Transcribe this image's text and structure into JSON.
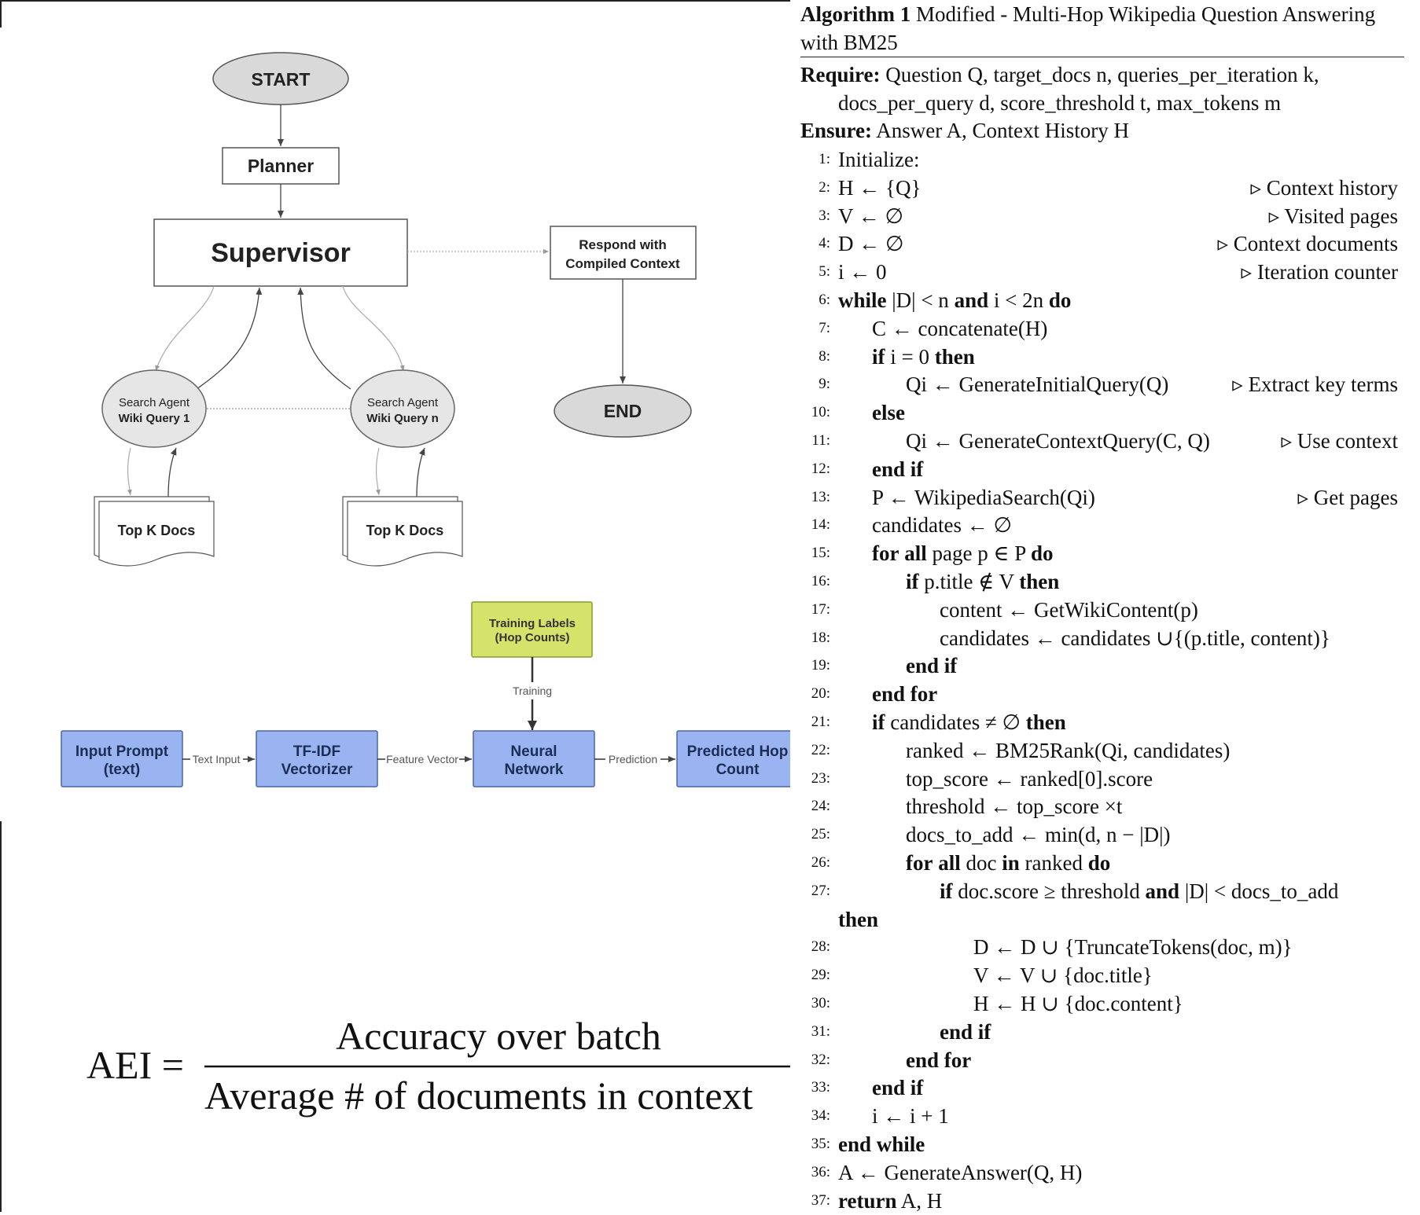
{
  "flow": {
    "start": "START",
    "planner": "Planner",
    "supervisor": "Supervisor",
    "respond_line1": "Respond with",
    "respond_line2": "Compiled Context",
    "end": "END",
    "agent1_line1": "Search Agent",
    "agent1_line2": "Wiki Query 1",
    "agentn_line1": "Search Agent",
    "agentn_line2": "Wiki Query n",
    "docs1": "Top K Docs",
    "docs2": "Top K Docs"
  },
  "pipeline": {
    "labels_line1": "Training Labels",
    "labels_line2": "(Hop Counts)",
    "training_edge": "Training",
    "input_line1": "Input Prompt",
    "input_line2": "(text)",
    "tfidf_line1": "TF-IDF",
    "tfidf_line2": "Vectorizer",
    "nn_line1": "Neural",
    "nn_line2": "Network",
    "pred_line1": "Predicted Hop",
    "pred_line2": "Count",
    "edge_text_input": "Text Input",
    "edge_feature_vector": "Feature Vector",
    "edge_prediction": "Prediction",
    "colors": {
      "blue": "#99b4f0",
      "green": "#d6e36a",
      "gray": "#d9d9d9"
    }
  },
  "formula": {
    "lhs": "AEI =",
    "numerator": "Accuracy over batch",
    "denominator": "Average # of documents in context"
  },
  "algorithm": {
    "title_bold": "Algorithm 1",
    "title_rest": " Modified - Multi-Hop Wikipedia Question Answering",
    "title_line2": "with BM25",
    "require_label": "Require:",
    "require_text1": " Question Q, target_docs n, queries_per_iteration k,",
    "require_text2": "docs_per_query d, score_threshold t, max_tokens m",
    "ensure_label": "Ensure:",
    "ensure_text": " Answer A, Context History H",
    "comment_marker": "▹",
    "lines": [
      {
        "n": "1:",
        "code": "Initialize:",
        "comment": ""
      },
      {
        "n": "2:",
        "code": "H ← {Q}",
        "comment": "Context history"
      },
      {
        "n": "3:",
        "code": "V ← ∅",
        "comment": "Visited pages"
      },
      {
        "n": "4:",
        "code": "D ← ∅",
        "comment": "Context documents"
      },
      {
        "n": "5:",
        "code": "i ← 0",
        "comment": "Iteration counter"
      },
      {
        "n": "6:",
        "code": "while |D| < n and i < 2n do",
        "comment": ""
      },
      {
        "n": "7:",
        "code": "C ← concatenate(H)",
        "comment": ""
      },
      {
        "n": "8:",
        "code": "if i = 0 then",
        "comment": ""
      },
      {
        "n": "9:",
        "code": "Qi ← GenerateInitialQuery(Q)",
        "comment": "Extract key terms"
      },
      {
        "n": "10:",
        "code": "else",
        "comment": ""
      },
      {
        "n": "11:",
        "code": "Qi ← GenerateContextQuery(C, Q)",
        "comment": "Use context"
      },
      {
        "n": "12:",
        "code": "end if",
        "comment": ""
      },
      {
        "n": "13:",
        "code": "P ← WikipediaSearch(Qi)",
        "comment": "Get pages"
      },
      {
        "n": "14:",
        "code": "candidates ← ∅",
        "comment": ""
      },
      {
        "n": "15:",
        "code": "for all page p ∈ P do",
        "comment": ""
      },
      {
        "n": "16:",
        "code": "if p.title ∉ V then",
        "comment": ""
      },
      {
        "n": "17:",
        "code": "content ← GetWikiContent(p)",
        "comment": ""
      },
      {
        "n": "18:",
        "code": "candidates ← candidates ∪{(p.title, content)}",
        "comment": ""
      },
      {
        "n": "19:",
        "code": "end if",
        "comment": ""
      },
      {
        "n": "20:",
        "code": "end for",
        "comment": ""
      },
      {
        "n": "21:",
        "code": "if candidates ≠ ∅ then",
        "comment": ""
      },
      {
        "n": "22:",
        "code": "ranked ← BM25Rank(Qi, candidates)",
        "comment": ""
      },
      {
        "n": "23:",
        "code": "top_score ← ranked[0].score",
        "comment": ""
      },
      {
        "n": "24:",
        "code": "threshold ← top_score ×t",
        "comment": ""
      },
      {
        "n": "25:",
        "code": "docs_to_add ← min(d, n − |D|)",
        "comment": ""
      },
      {
        "n": "26:",
        "code": "for all doc in ranked do",
        "comment": ""
      },
      {
        "n": "27:",
        "code": "if doc.score ≥ threshold and |D| < docs_to_add",
        "comment": ""
      },
      {
        "n": "",
        "code": "then",
        "comment": ""
      },
      {
        "n": "28:",
        "code": "D ← D ∪ {TruncateTokens(doc, m)}",
        "comment": ""
      },
      {
        "n": "29:",
        "code": "V ← V ∪ {doc.title}",
        "comment": ""
      },
      {
        "n": "30:",
        "code": "H ← H ∪ {doc.content}",
        "comment": ""
      },
      {
        "n": "31:",
        "code": "end if",
        "comment": ""
      },
      {
        "n": "32:",
        "code": "end for",
        "comment": ""
      },
      {
        "n": "33:",
        "code": "end if",
        "comment": ""
      },
      {
        "n": "34:",
        "code": "i ← i + 1",
        "comment": ""
      },
      {
        "n": "35:",
        "code": "end while",
        "comment": ""
      },
      {
        "n": "36:",
        "code": "A ← GenerateAnswer(Q, H)",
        "comment": ""
      },
      {
        "n": "37:",
        "code": "return A, H",
        "comment": ""
      }
    ]
  }
}
